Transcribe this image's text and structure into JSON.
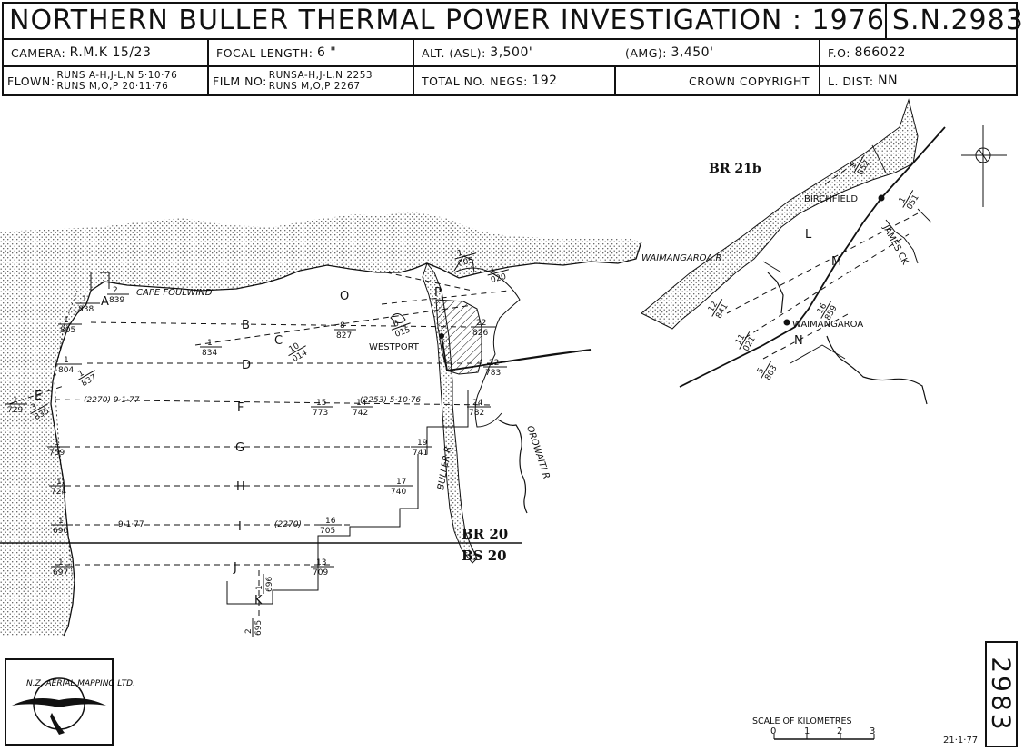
{
  "title": "NORTHERN BULLER THERMAL POWER INVESTIGATION : 1976",
  "sheet_number": "S.N.2983",
  "camera": {
    "label": "CAMERA:",
    "value": "R.M.K  15/23"
  },
  "focal_length": {
    "label": "FOCAL LENGTH:",
    "value": "6 \""
  },
  "altitude_asl": {
    "label": "ALT. (ASL):",
    "value": "3,500'"
  },
  "altitude_amg": {
    "label": "(AMG):",
    "value": "3,450'"
  },
  "fo": {
    "label": "F.O:",
    "value": "866022"
  },
  "flown": {
    "label": "FLOWN:",
    "line1": "RUNS A-H,J-L,N  5·10·76",
    "line2": "RUNS M,O,P        20·11·76"
  },
  "film_no": {
    "label": "FILM NO:",
    "line1": "RUNSA-H,J-L,N     2253",
    "line2": "RUNS M,O,P          2267"
  },
  "total_negs": {
    "label": "TOTAL NO. NEGS:",
    "value": "192"
  },
  "copyright": "CROWN  COPYRIGHT",
  "l_dist": {
    "label": "L. DIST:",
    "value": "NN"
  },
  "map": {
    "sheet_labels": {
      "br21b": "BR 21b",
      "br20": "BR 20",
      "bs20": "BS 20"
    },
    "places": {
      "cape_foulwind": "CAPE FOULWIND",
      "westport": "WESTPORT",
      "buller_r": "BULLER R",
      "orowaiti_r": "OROWAITI R",
      "waimangaroa_r": "WAIMANGAROA R",
      "birchfield": "BIRCHFIELD",
      "james_ck": "JAMES CK",
      "waimangaroa": "WAIMANGAROA"
    },
    "runs": {
      "A": "A",
      "B": "B",
      "C": "C",
      "D": "D",
      "E": "E",
      "F": "F",
      "G": "G",
      "H": "H",
      "I": "I",
      "J": "J",
      "K": "K",
      "L": "L",
      "M": "M",
      "N": "N",
      "O": "O",
      "P": "P"
    },
    "annotations": {
      "f_left": "(2270)  9·1·77",
      "f_right": "(2253)  5·10·76",
      "i_date": "9·1·77",
      "i_film": "(2270)"
    },
    "photo_labels": {
      "a1": {
        "top": "1",
        "bot": "838"
      },
      "a2": {
        "top": "2",
        "bot": "839"
      },
      "b1": {
        "top": "1",
        "bot": "805"
      },
      "c1": {
        "top": "1",
        "bot": "834"
      },
      "c8": {
        "top": "8",
        "bot": "827"
      },
      "c10": {
        "top": "10",
        "bot": "014"
      },
      "o6": {
        "top": "6",
        "bot": "015"
      },
      "b22": {
        "top": "22",
        "bot": "826"
      },
      "d1": {
        "top": "1",
        "bot": "804"
      },
      "d22": {
        "top": "22",
        "bot": "783"
      },
      "e1": {
        "top": "1",
        "bot": "837"
      },
      "f1": {
        "top": "1",
        "bot": "729"
      },
      "e3": {
        "top": "3",
        "bot": "835"
      },
      "f15": {
        "top": "15",
        "bot": "773"
      },
      "f14": {
        "top": "14",
        "bot": "742"
      },
      "f24": {
        "top": "24",
        "bot": "782"
      },
      "g1": {
        "top": "1",
        "bot": "759"
      },
      "g19": {
        "top": "19",
        "bot": "741"
      },
      "h1": {
        "top": "1",
        "bot": "724"
      },
      "h17": {
        "top": "17",
        "bot": "740"
      },
      "i1": {
        "top": "1",
        "bot": "690"
      },
      "i16": {
        "top": "16",
        "bot": "705"
      },
      "j1": {
        "top": "1",
        "bot": "697"
      },
      "j13": {
        "top": "13",
        "bot": "709"
      },
      "k1": {
        "top": "1",
        "bot": "696"
      },
      "k2": {
        "top": "2",
        "bot": "695"
      },
      "o1": {
        "top": "1",
        "bot": "005"
      },
      "p1": {
        "top": "1",
        "bot": "020"
      },
      "l12": {
        "top": "12",
        "bot": "841"
      },
      "n11": {
        "top": "11",
        "bot": "021"
      },
      "n5": {
        "top": "5",
        "bot": "863"
      },
      "m1": {
        "top": "1",
        "bot": "852"
      },
      "l1": {
        "top": "1",
        "bot": "051"
      },
      "m16": {
        "top": "16",
        "bot": "859"
      }
    }
  },
  "logo": {
    "text": "N.Z. AERIAL MAPPING LTD."
  },
  "scale": {
    "title": "SCALE   OF   KILOMETRES",
    "ticks": [
      "0",
      "1",
      "2",
      "3"
    ]
  },
  "sheet_no_vertical": "2983",
  "date_stamp": "21·1·77"
}
